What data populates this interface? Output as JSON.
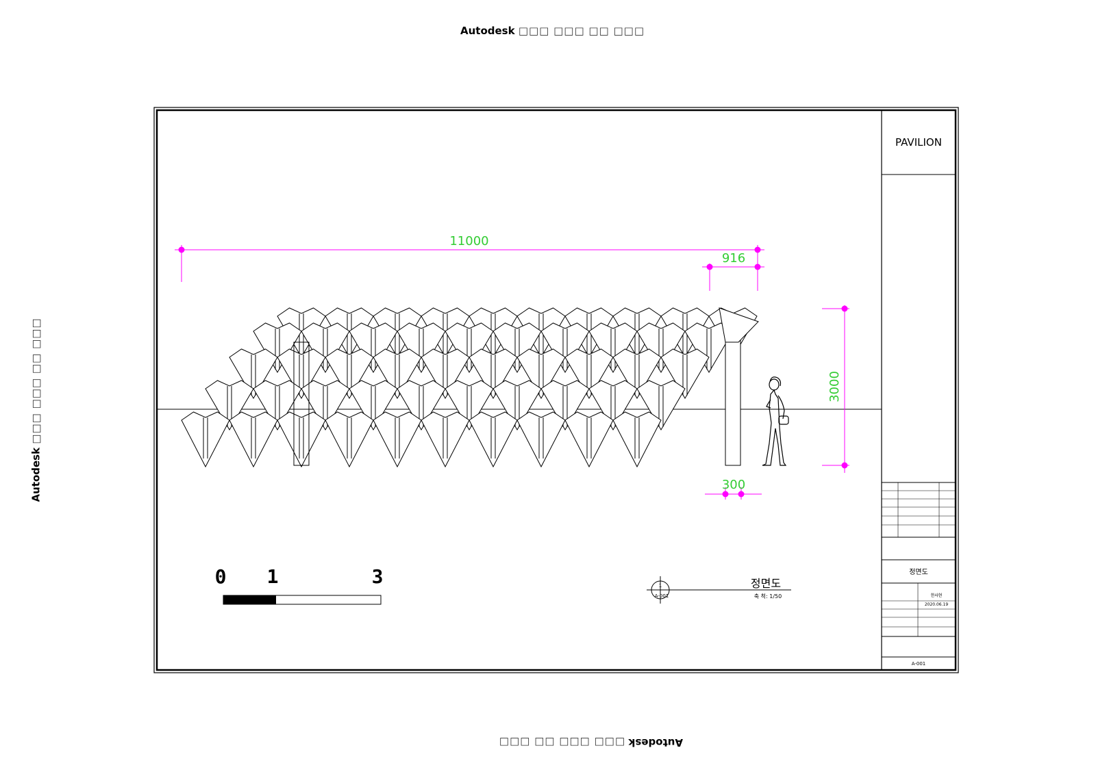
{
  "watermark": {
    "brand": "Autodesk",
    "tail": "□□□ □□□ □□ □□□"
  },
  "title_block": {
    "project": "PAVILION",
    "sheet_title": "정면도",
    "drawn_by": "한사현",
    "date": "2020.06.19",
    "sheet_no": "A-001"
  },
  "drawing_label": {
    "title": "정면도",
    "scale": "축 척: 1/50",
    "ref_number": "1",
    "ref_sheet": "A-001"
  },
  "scale_bar": {
    "labels": [
      "0",
      "1",
      "3"
    ],
    "values": [
      0,
      1,
      3
    ]
  },
  "dimensions": {
    "overall_width": "11000",
    "module_width": "916",
    "height": "3000",
    "column_width": "300"
  },
  "colors": {
    "dimension_line": "#ff00ff",
    "dimension_text": "#33cc33",
    "linework": "#000000"
  }
}
